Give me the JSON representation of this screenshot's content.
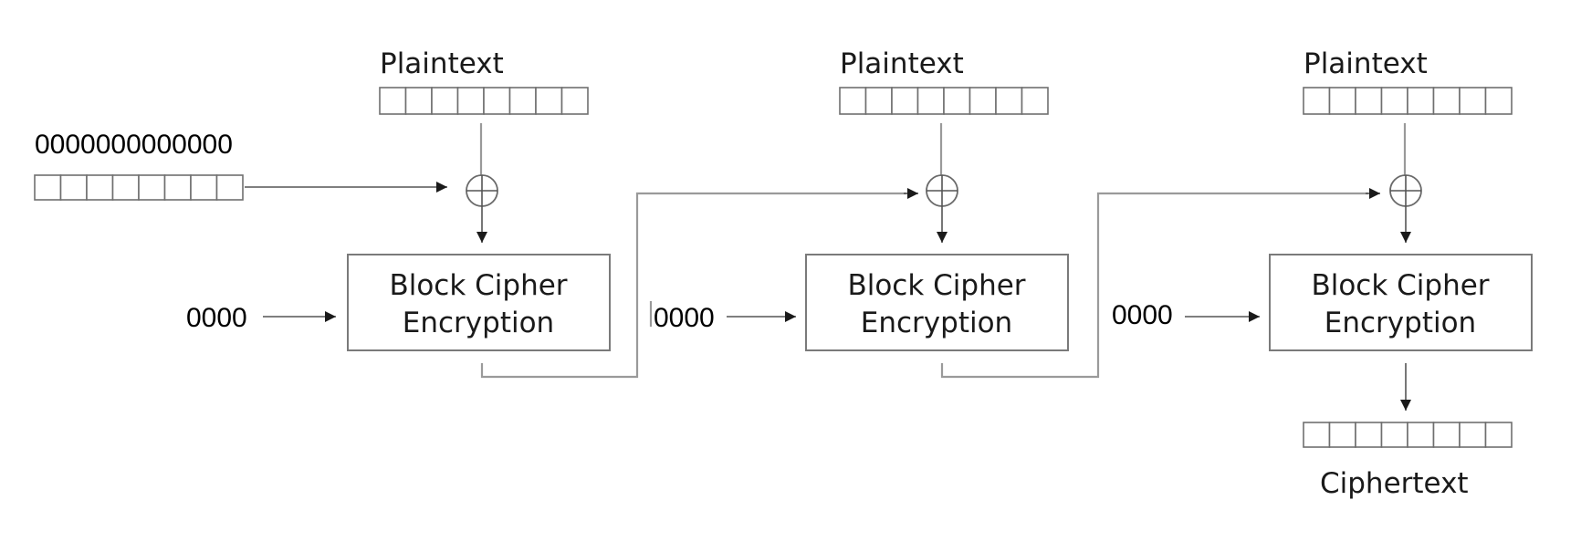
{
  "diagram": {
    "iv_label": "0000000000000",
    "key_labels": [
      "0000",
      "0000",
      "0000"
    ],
    "stages": [
      {
        "plaintext_label": "Plaintext",
        "block_line1": "Block Cipher",
        "block_line2": "Encryption"
      },
      {
        "plaintext_label": "Plaintext",
        "block_line1": "Block Cipher",
        "block_line2": "Encryption"
      },
      {
        "plaintext_label": "Plaintext",
        "block_line1": "Block Cipher",
        "block_line2": "Encryption"
      }
    ],
    "ciphertext_label": "Ciphertext"
  }
}
